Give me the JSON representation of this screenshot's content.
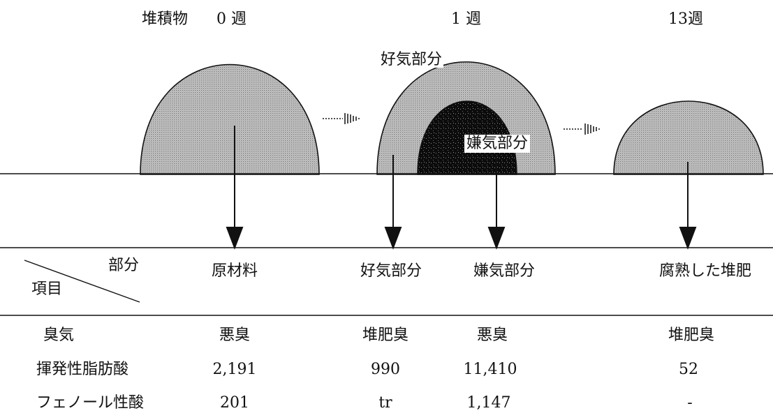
{
  "stages": [
    {
      "prefix": "堆積物",
      "week": "0 週"
    },
    {
      "week": "1 週"
    },
    {
      "week": "13週"
    }
  ],
  "labels": {
    "aerobic_part": "好気部分",
    "anaerobic_part": "嫌気部分"
  },
  "table": {
    "corner_top": "部分",
    "corner_bottom": "項目",
    "columns": [
      "原材料",
      "好気部分",
      "嫌気部分",
      "腐熟した堆肥"
    ],
    "rows": [
      {
        "item": "臭気",
        "values": [
          "悪臭",
          "堆肥臭",
          "悪臭",
          "堆肥臭"
        ]
      },
      {
        "item": "揮発性脂肪酸",
        "values": [
          "2,191",
          "990",
          "11,410",
          "52"
        ]
      },
      {
        "item": "フェノール性酸",
        "values": [
          "201",
          "tr",
          "1,147",
          "-"
        ]
      }
    ]
  },
  "colors": {
    "ink": "#111111",
    "stipple": "#b8b8b8",
    "anaerobic": "#0c0c0c"
  }
}
